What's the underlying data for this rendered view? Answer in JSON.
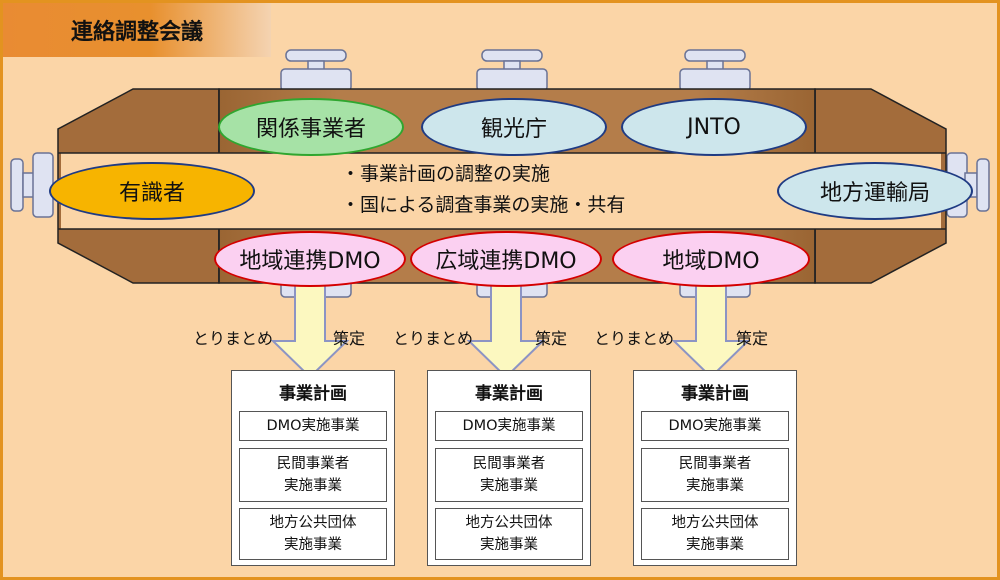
{
  "title": "連絡調整会議",
  "top_members": [
    {
      "label": "関係事業者",
      "fill": "#a6e2a6",
      "stroke": "#2fa62f"
    },
    {
      "label": "観光庁",
      "fill": "#cde6ec",
      "stroke": "#1f3b83"
    },
    {
      "label": "JNTO",
      "fill": "#cde6ec",
      "stroke": "#1f3b83"
    }
  ],
  "side_members": {
    "left": {
      "label": "有識者",
      "fill": "#f7b400",
      "stroke": "#1f3b83"
    },
    "right": {
      "label": "地方運輸局",
      "fill": "#cde6ec",
      "stroke": "#1f3b83"
    }
  },
  "center_lines": [
    "・事業計画の調整の実施",
    "・国による調査事業の実施・共有"
  ],
  "dmos": [
    {
      "label": "地域連携DMO",
      "fill": "#fbd0f1",
      "stroke": "#d40000"
    },
    {
      "label": "広域連携DMO",
      "fill": "#fbd0f1",
      "stroke": "#d40000"
    },
    {
      "label": "地域DMO",
      "fill": "#fbd0f1",
      "stroke": "#d40000"
    }
  ],
  "arrow_labels": {
    "left": "とりまとめ",
    "right": "策定"
  },
  "plans": [
    {
      "title": "事業計画",
      "items": [
        "DMO実施事業",
        "民間事業者\n実施事業",
        "地方公共団体\n実施事業"
      ]
    },
    {
      "title": "事業計画",
      "items": [
        "DMO実施事業",
        "民間事業者\n実施事業",
        "地方公共団体\n実施事業"
      ]
    },
    {
      "title": "事業計画",
      "items": [
        "DMO実施事業",
        "民間事業者\n実施事業",
        "地方公共団体\n実施事業"
      ]
    }
  ],
  "colors": {
    "background": "#fbd5a7",
    "border": "#e39320",
    "tank": "#b47d4a",
    "tank_dark": "#935d2e",
    "arrow_fill": "#fcf8c0",
    "arrow_stroke": "#8c94c4"
  }
}
